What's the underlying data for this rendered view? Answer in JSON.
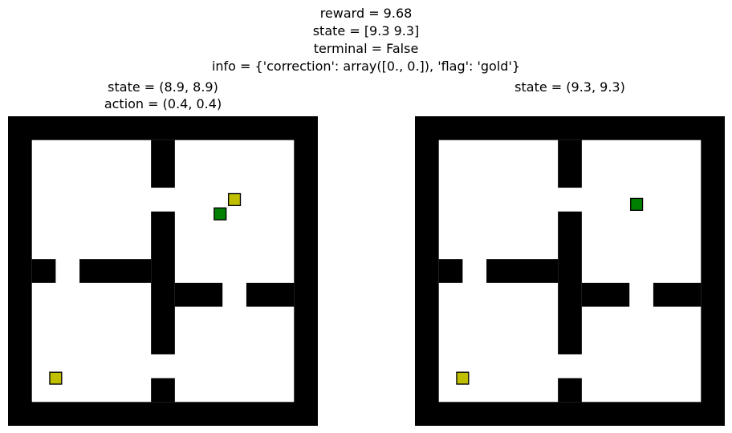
{
  "header": {
    "reward": "reward = 9.68",
    "state": "state = [9.3 9.3]",
    "terminal": "terminal = False",
    "info": "info = {'correction': array([0., 0.]), 'flag': 'gold'}"
  },
  "panels": [
    {
      "state_label": "state = (8.9, 8.9)",
      "action_label": "action = (0.4, 0.4)",
      "agent": {
        "x": 8.9,
        "y": 8.9
      },
      "targets": [
        {
          "x": 9.5,
          "y": 9.5
        },
        {
          "x": 2.0,
          "y": 2.0
        }
      ]
    },
    {
      "state_label": "state = (9.3, 9.3)",
      "agent": {
        "x": 9.3,
        "y": 9.3
      },
      "targets": [
        {
          "x": 2.0,
          "y": 2.0
        }
      ]
    }
  ],
  "maze": {
    "size": 13,
    "walls": [
      [
        0,
        0,
        13,
        1
      ],
      [
        0,
        12,
        13,
        1
      ],
      [
        0,
        0,
        1,
        13
      ],
      [
        12,
        0,
        1,
        13
      ],
      [
        6,
        1,
        1,
        2
      ],
      [
        6,
        4,
        1,
        6
      ],
      [
        6,
        11,
        1,
        1
      ],
      [
        1,
        6,
        1,
        1
      ],
      [
        3,
        6,
        3,
        1
      ],
      [
        7,
        7,
        2,
        1
      ],
      [
        10,
        7,
        2,
        1
      ]
    ]
  },
  "colors": {
    "wall": "#000000",
    "floor": "#ffffff",
    "agent": "#008000",
    "target": "#bfbf00"
  }
}
